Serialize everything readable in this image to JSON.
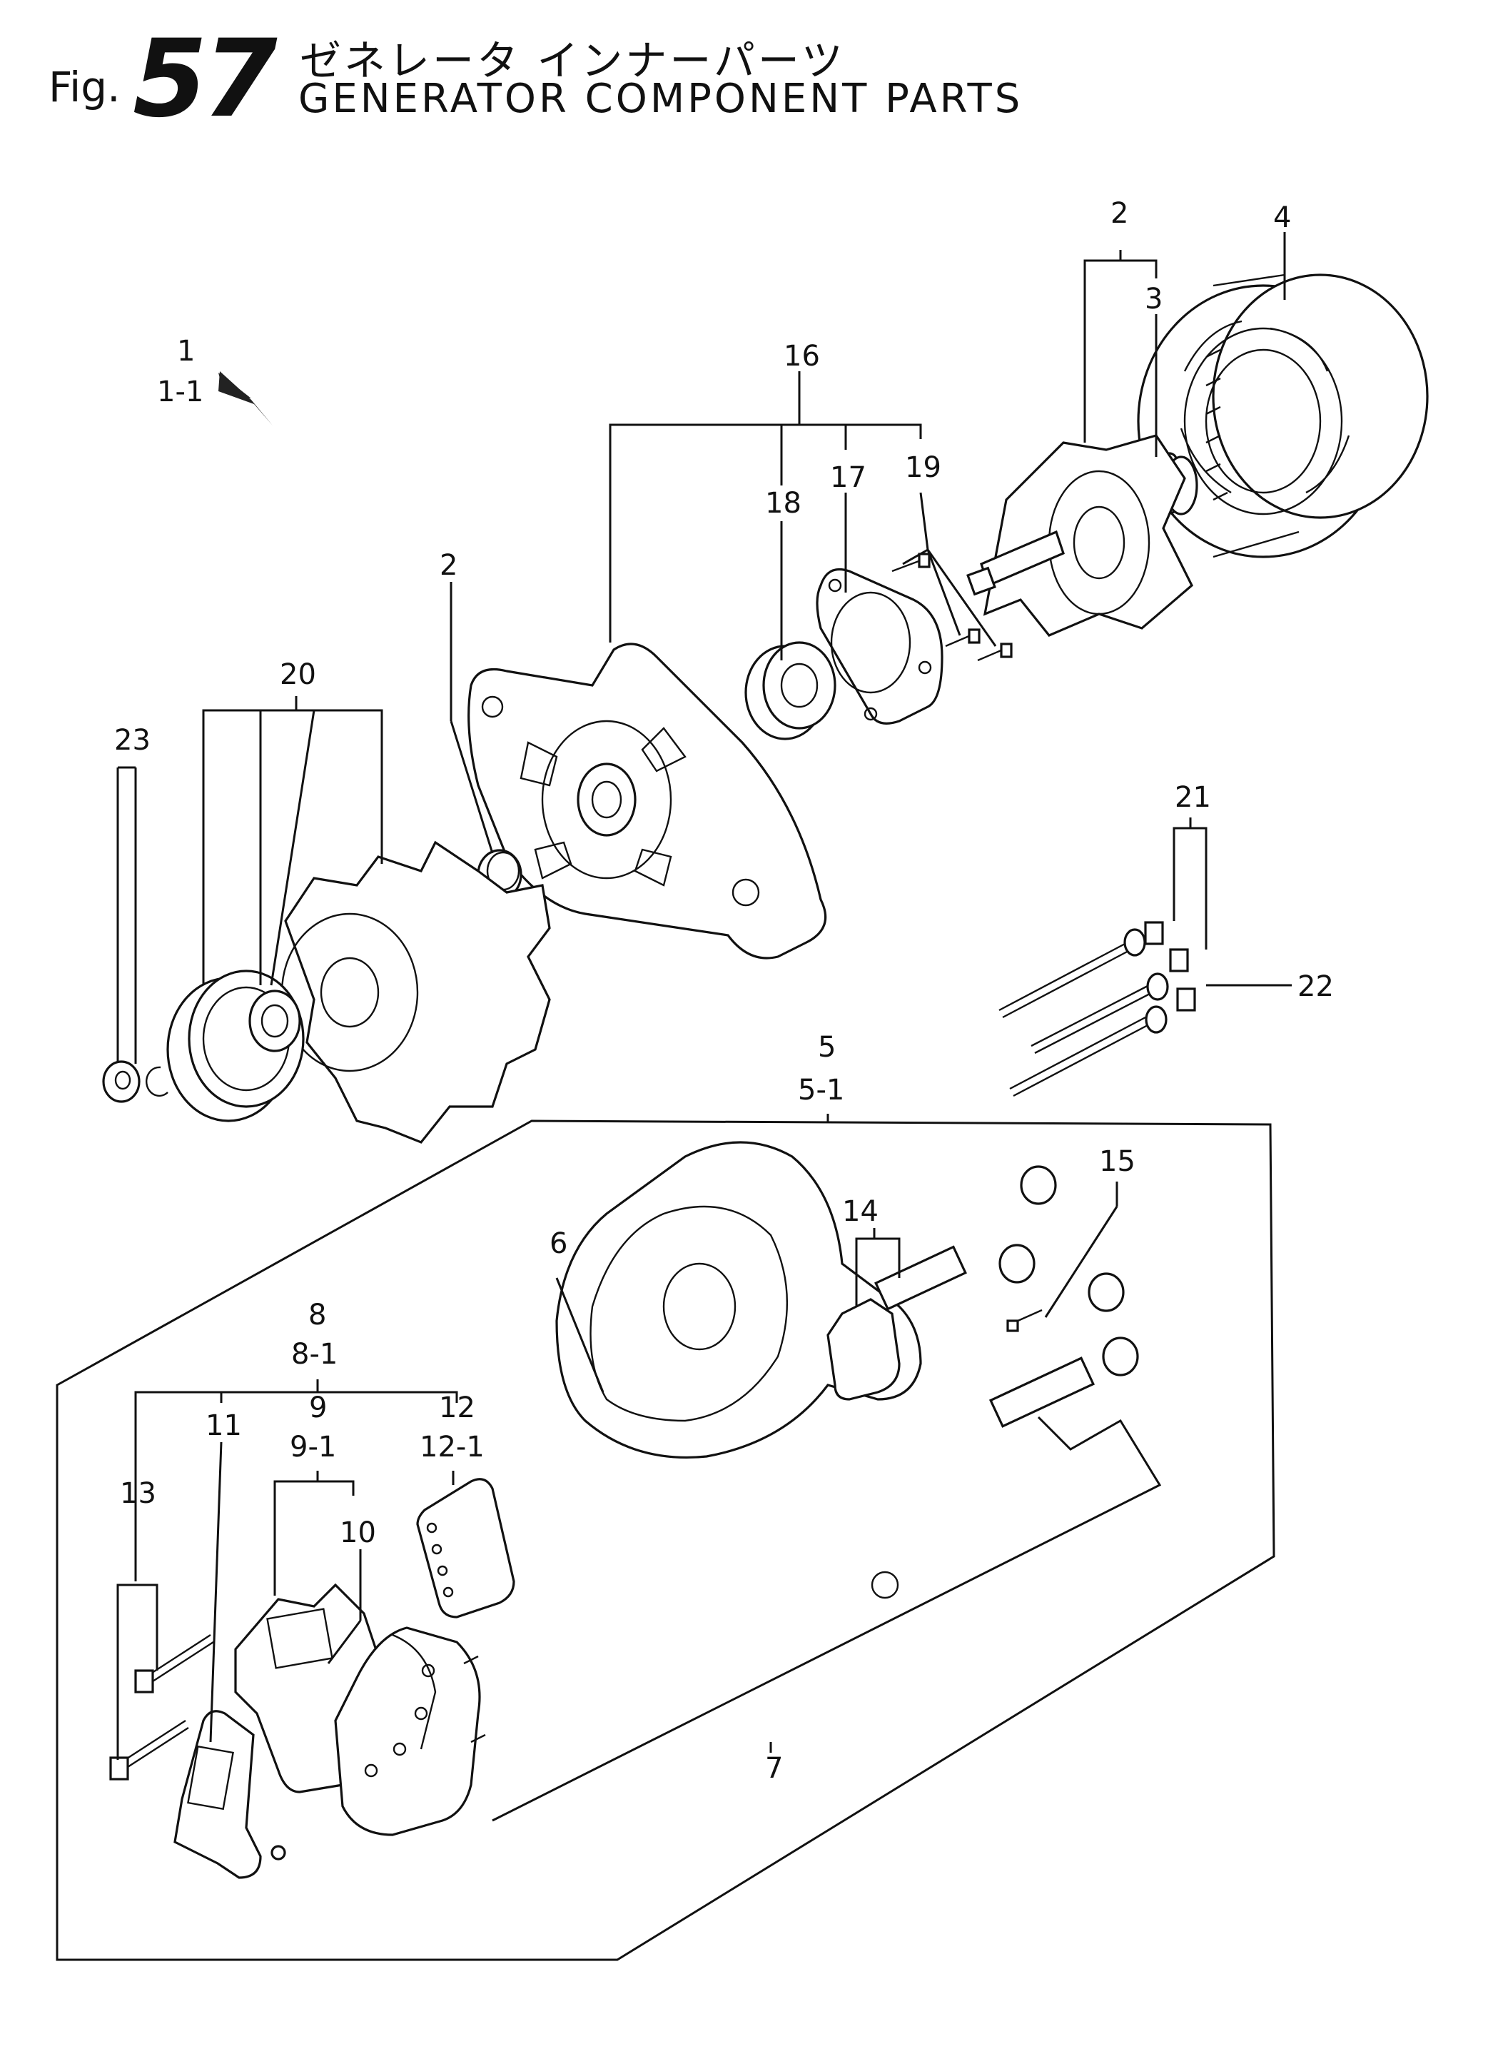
{
  "header": {
    "fig_prefix": "Fig.",
    "fig_number": "57",
    "title_jp": "ゼネレータ インナーパーツ",
    "title_en": "GENERATOR COMPONENT PARTS"
  },
  "callouts": {
    "c1": "1",
    "c1_1": "1-1",
    "c2_top": "2",
    "c3": "3",
    "c4": "4",
    "c16": "16",
    "c17": "17",
    "c18": "18",
    "c19": "19",
    "c2_mid": "2",
    "c20": "20",
    "c23": "23",
    "c21": "21",
    "c22": "22",
    "c5": "5",
    "c5_1": "5-1",
    "c6": "6",
    "c7": "7",
    "c8": "8",
    "c8_1": "8-1",
    "c9": "9",
    "c9_1": "9-1",
    "c10": "10",
    "c11": "11",
    "c12": "12",
    "c12_1": "12-1",
    "c13": "13",
    "c14": "14",
    "c15": "15"
  }
}
